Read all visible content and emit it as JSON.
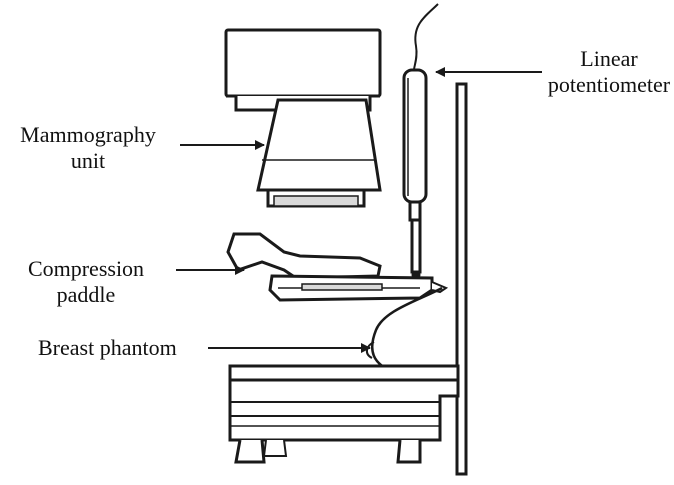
{
  "labels": {
    "mammography_unit": {
      "line1": "Mammography",
      "line2": "unit"
    },
    "linear_potentiometer": {
      "line1": "Linear",
      "line2": "potentiometer"
    },
    "compression_paddle": {
      "line1": "Compression",
      "line2": "paddle"
    },
    "breast_phantom": "Breast phantom"
  },
  "colors": {
    "stroke": "#1a1a1a",
    "fill": "#ffffff",
    "shade": "#d9d9d9",
    "text": "#111111"
  }
}
